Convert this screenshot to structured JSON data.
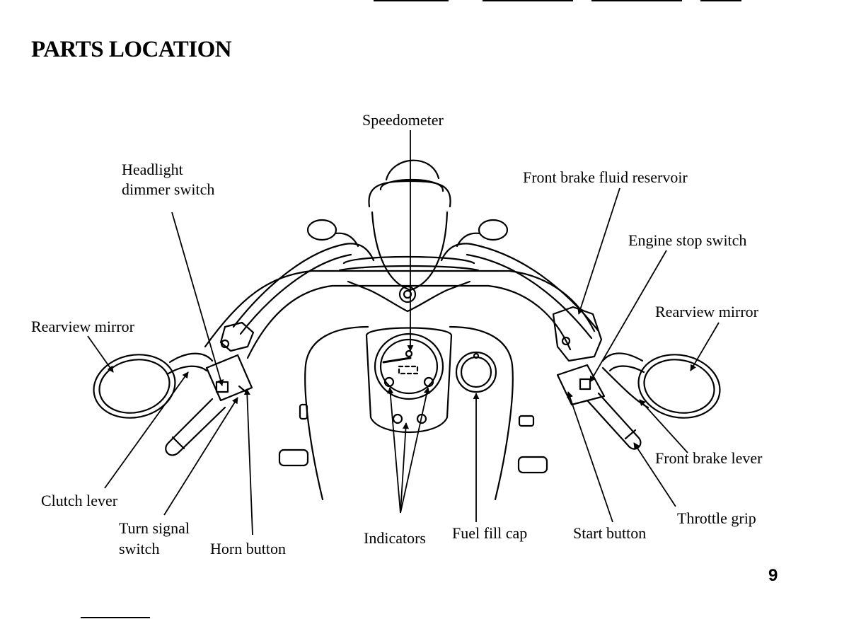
{
  "page": {
    "title": "PARTS LOCATION",
    "page_number": "9"
  },
  "labels": {
    "speedometer": "Speedometer",
    "headlight_dimmer_line1": "Headlight",
    "headlight_dimmer_line2": "dimmer switch",
    "front_brake_fluid_reservoir": "Front brake fluid reservoir",
    "engine_stop_switch": "Engine stop switch",
    "rearview_mirror_left": "Rearview mirror",
    "rearview_mirror_right": "Rearview mirror",
    "front_brake_lever": "Front brake lever",
    "throttle_grip": "Throttle grip",
    "clutch_lever": "Clutch lever",
    "turn_signal_line1": "Turn signal",
    "turn_signal_line2": "switch",
    "horn_button": "Horn button",
    "indicators": "Indicators",
    "fuel_fill_cap": "Fuel fill cap",
    "start_button": "Start button"
  }
}
